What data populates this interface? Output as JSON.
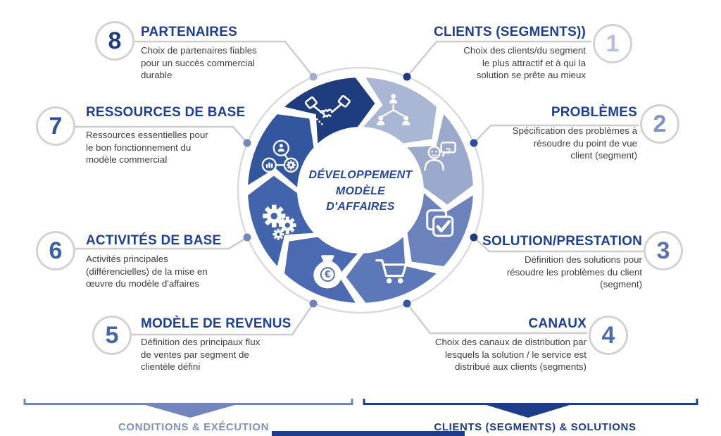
{
  "colors": {
    "title": "#1d3f94",
    "body_text": "#3d3d3d",
    "ring": "#dbdbdb",
    "connector": "#cdcdcd",
    "badge_ring": "#d3d3d3",
    "white": "#ffffff"
  },
  "center": {
    "line1": "DÉVELOPPEMENT",
    "line2": "MODÈLE",
    "line3": "D'AFFAIRES",
    "color": "#27479a"
  },
  "items": [
    {
      "number": "1",
      "title": "CLIENTS (SEGMENTS))",
      "description": "Choix des clients/du segment\nle plus attractif et à qui la\nsolution se prête au mieux",
      "number_color": "#b6c0d9",
      "segment_color": "#a9b6d4",
      "dot_color": "#1e3d7e",
      "icon": "org-chart-icon"
    },
    {
      "number": "2",
      "title": "PROBLÈMES",
      "description": "Spécification des problèmes à\nrésoudre du point de vue\nclient (segment)",
      "number_color": "#8294c5",
      "segment_color": "#9aa9cc",
      "dot_color": "#27509c",
      "icon": "person-question-icon"
    },
    {
      "number": "3",
      "title": "SOLUTION/PRESTATION",
      "description": "Définition des solutions pour\nrésoudre les problèmes du client\n(segment)",
      "number_color": "#5a74b2",
      "segment_color": "#6b82bc",
      "dot_color": "#1e3d7e",
      "icon": "check-documents-icon"
    },
    {
      "number": "4",
      "title": "CANAUX",
      "description": "Choix des canaux de distribution par\nlesquels la solution / le service est\ndistribué aux clients (segments)",
      "number_color": "#4c6ab0",
      "segment_color": "#5d78b8",
      "dot_color": "#33579f",
      "icon": "shopping-cart-icon"
    },
    {
      "number": "5",
      "title": "MODÈLE DE REVENUS",
      "description": "Définition des principaux flux\nde ventes par segment de\nclientèle défini",
      "number_color": "#4667ac",
      "segment_color": "#4b6ab1",
      "dot_color": "#6c82bb",
      "icon": "money-bag-icon"
    },
    {
      "number": "6",
      "title": "ACTIVITÉS DE BASE",
      "description": "Activités principales\n(différencielles) de la mise en\nœuvre du modèle d'affaires",
      "number_color": "#3c60a8",
      "segment_color": "#4164ac",
      "dot_color": "#7487bd",
      "icon": "gears-icon"
    },
    {
      "number": "7",
      "title": "RESSOURCES DE BASE",
      "description": "Ressources essentielles pour\nle bon fonctionnement du\nmodèle commercial",
      "number_color": "#2b529f",
      "segment_color": "#33579f",
      "dot_color": "#7487bd",
      "icon": "network-icon"
    },
    {
      "number": "8",
      "title": "PARTENAIRES",
      "description": "Choix de partenaires fiables\npour un succès commercial\ndurable",
      "number_color": "#1e3d7e",
      "segment_color": "#1e3d7e",
      "dot_color": "#9fb0cf",
      "icon": "handshake-icon"
    }
  ],
  "footer": {
    "left": {
      "label": "CONDITIONS & EXÉCUTION",
      "text_color": "#8090c0",
      "line_color": "#7285bd"
    },
    "right": {
      "label": "CLIENTS (SEGMENTS) & SOLUTIONS",
      "text_color": "#1e3c8c",
      "line_color": "#1e3c8c"
    },
    "bottom_bar_color": "#1e3c8c"
  }
}
